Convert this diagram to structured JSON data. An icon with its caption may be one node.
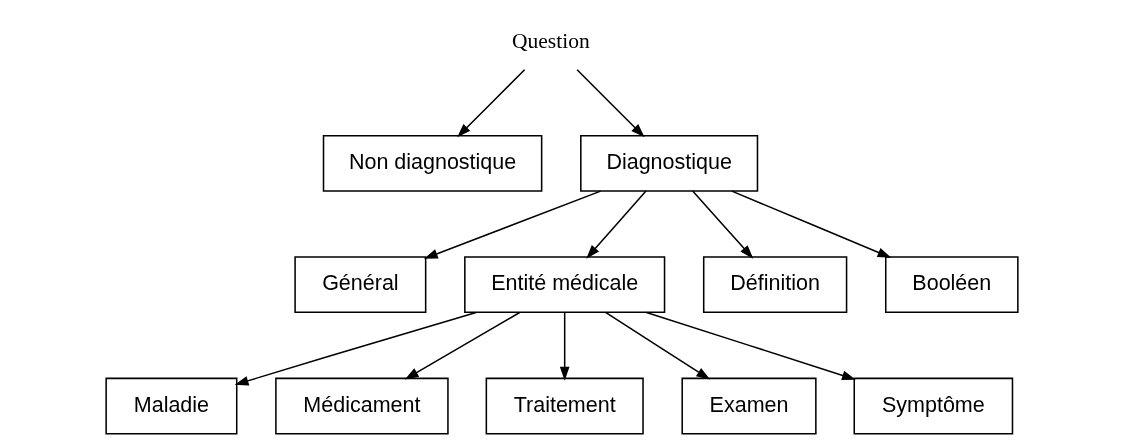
{
  "diagram": {
    "nodes": [
      {
        "text": [
          "Question"
        ]
      },
      {
        "text": [
          "Non diagnostique"
        ]
      },
      {
        "text": [
          "Diagnostique"
        ]
      },
      {
        "text": [
          "Général"
        ]
      },
      {
        "text": [
          "Entité médicale"
        ]
      },
      {
        "text": [
          "Définition"
        ]
      },
      {
        "text": [
          "Booléen"
        ]
      },
      {
        "text": [
          "Maladie"
        ]
      },
      {
        "text": [
          "Médicament"
        ]
      },
      {
        "text": [
          "Traitement"
        ]
      },
      {
        "text": [
          "Examen"
        ]
      },
      {
        "text": [
          "Symptôme"
        ]
      }
    ],
    "edges": [
      {
        "from": 0,
        "to": 1,
        "arrow": "to"
      },
      {
        "from": 0,
        "to": 2,
        "arrow": "to"
      },
      {
        "from": 2,
        "to": 3,
        "arrow": "to"
      },
      {
        "from": 2,
        "to": 4,
        "arrow": "to"
      },
      {
        "from": 2,
        "to": 5,
        "arrow": "to"
      },
      {
        "from": 2,
        "to": 6,
        "arrow": "to"
      },
      {
        "from": 4,
        "to": 7,
        "arrow": "to"
      },
      {
        "from": 4,
        "to": 8,
        "arrow": "to"
      },
      {
        "from": 4,
        "to": 9,
        "arrow": "to"
      },
      {
        "from": 4,
        "to": 10,
        "arrow": "to"
      },
      {
        "from": 4,
        "to": 11,
        "arrow": "to"
      }
    ]
  }
}
